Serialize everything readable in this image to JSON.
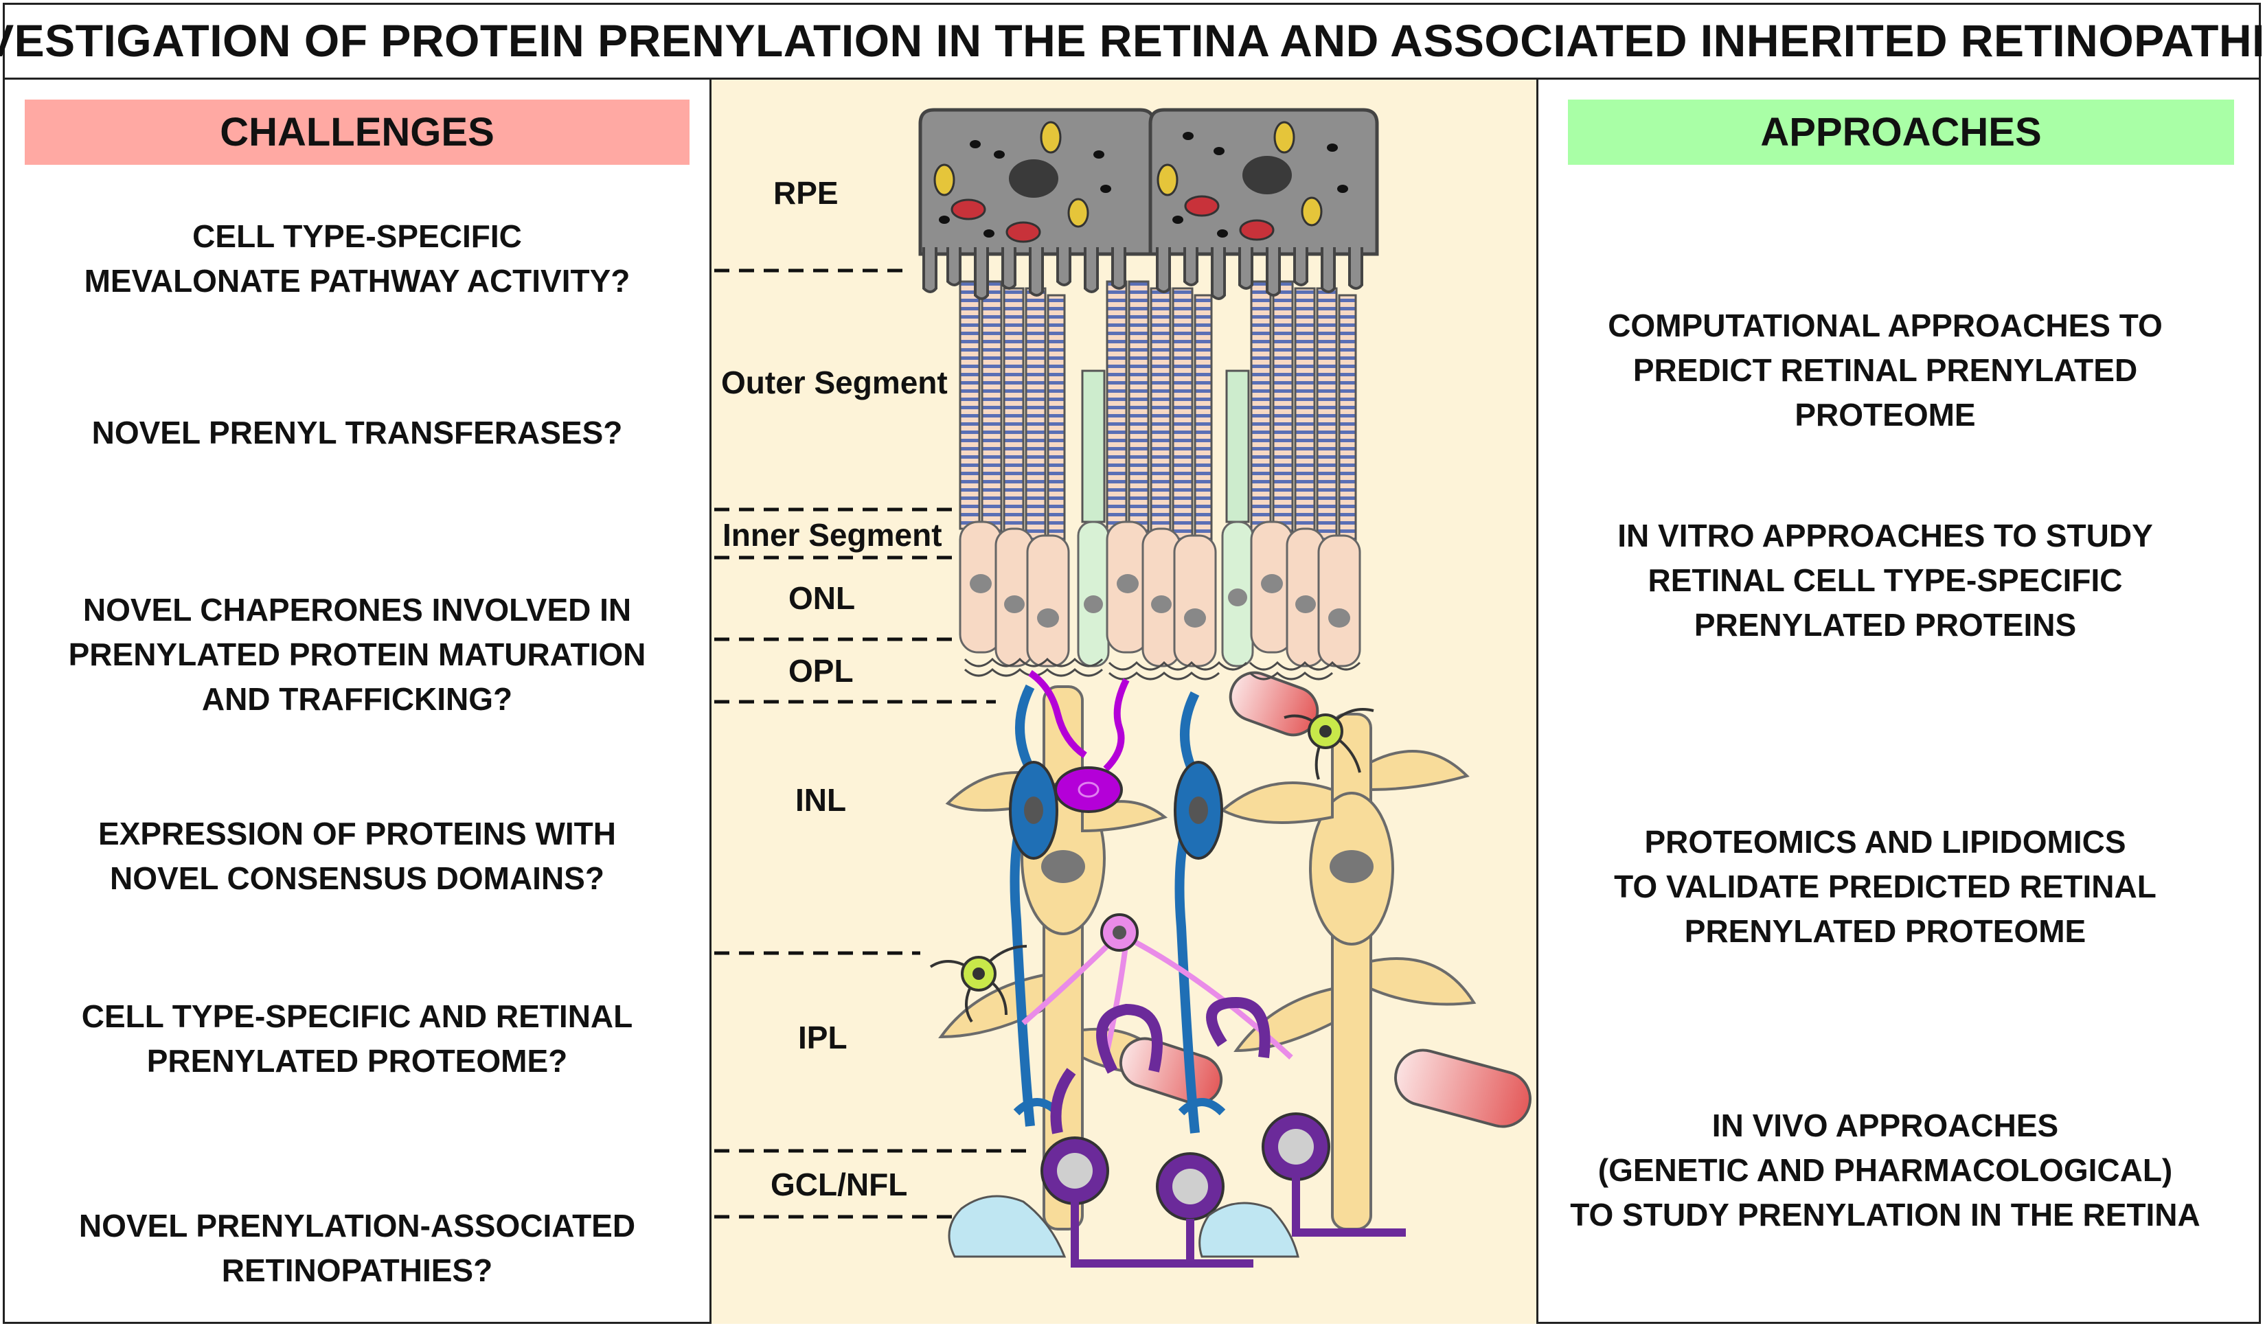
{
  "title": "INVESTIGATION OF PROTEIN PRENYLATION IN THE RETINA AND ASSOCIATED INHERITED RETINOPATHIES",
  "challenges": {
    "header": "CHALLENGES",
    "items": [
      "CELL TYPE-SPECIFIC\nMEVALONATE PATHWAY ACTIVITY?",
      "NOVEL PRENYL TRANSFERASES?",
      "NOVEL CHAPERONES INVOLVED IN\nPRENYLATED PROTEIN MATURATION\nAND TRAFFICKING?",
      "EXPRESSION OF PROTEINS WITH\nNOVEL CONSENSUS DOMAINS?",
      "CELL TYPE-SPECIFIC  AND RETINAL\nPRENYLATED PROTEOME?",
      "NOVEL PRENYLATION-ASSOCIATED\nRETINOPATHIES?"
    ]
  },
  "approaches": {
    "header": "APPROACHES",
    "items": [
      "COMPUTATIONAL APPROACHES TO\nPREDICT RETINAL PRENYLATED PROTEOME",
      "IN VITRO APPROACHES TO STUDY\nRETINAL CELL TYPE-SPECIFIC\nPRENYLATED PROTEINS",
      "PROTEOMICS AND LIPIDOMICS\nTO VALIDATE PREDICTED RETINAL\nPRENYLATED PROTEOME",
      "IN VIVO APPROACHES\n(GENETIC AND PHARMACOLOGICAL)\nTO STUDY PRENYLATION IN THE RETINA"
    ]
  },
  "layers": {
    "rpe": "RPE",
    "outer_segment": "Outer Segment",
    "inner_segment": "Inner Segment",
    "onl": "ONL",
    "opl": "OPL",
    "inl": "INL",
    "ipl": "IPL",
    "gcl_nfl": "GCL/NFL"
  },
  "colors": {
    "challenges_header": "#ffa9a3",
    "approaches_header": "#a9ffa6",
    "center_panel": "#fdf3d8",
    "rpe_cell": "#8a8a8a",
    "photoreceptor": "#f7d9c4",
    "bipolar_cell": "#1f6fb5",
    "muller_cell": "#f8dc9a",
    "ganglion_cell": "#6b2a9a",
    "horizontal_cell": "#b400d8",
    "amacrine_cell": "#e98be8",
    "microglia": "#c8e84a"
  }
}
